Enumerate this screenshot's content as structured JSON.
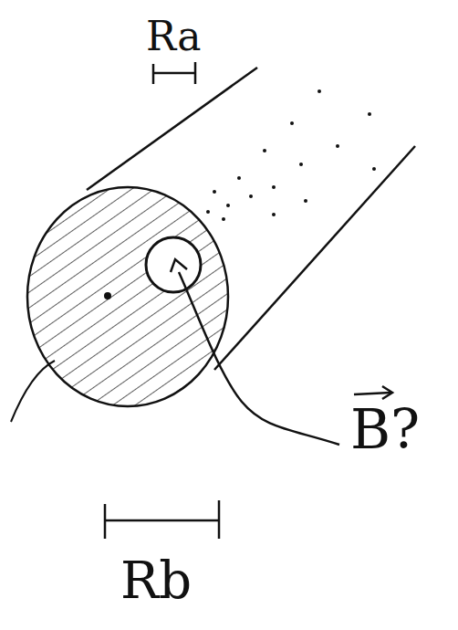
{
  "diagram": {
    "labels": [
      "Ra",
      "B?",
      "Rb"
    ]
  }
}
